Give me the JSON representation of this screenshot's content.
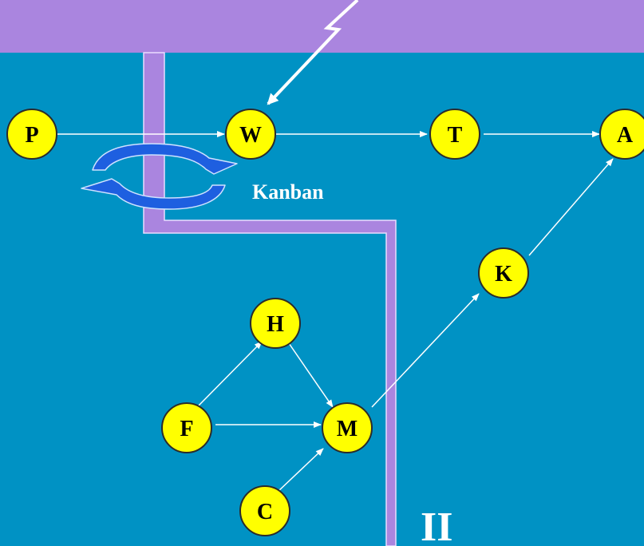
{
  "colors": {
    "background": "#0092c4",
    "band": "#aa85df",
    "node_fill": "#ffff00",
    "node_stroke": "#2b2b2b",
    "edge": "#ffffff",
    "label": "#ffffff",
    "cycle_arrow": "#1e5fe0"
  },
  "nodes": {
    "P": "P",
    "W": "W",
    "T": "T",
    "A": "A",
    "K": "K",
    "H": "H",
    "F": "F",
    "M": "M",
    "C": "C"
  },
  "kanban_label": "Kanban",
  "section_label": "II",
  "edges": [
    [
      "P",
      "W"
    ],
    [
      "W",
      "T"
    ],
    [
      "T",
      "A"
    ],
    [
      "K",
      "A"
    ],
    [
      "M",
      "K"
    ],
    [
      "F",
      "H"
    ],
    [
      "H",
      "M"
    ],
    [
      "F",
      "M"
    ],
    [
      "C",
      "M"
    ]
  ],
  "icons": {
    "lightning": "lightning-arrow-icon",
    "cycle": "kanban-cycle-icon"
  }
}
